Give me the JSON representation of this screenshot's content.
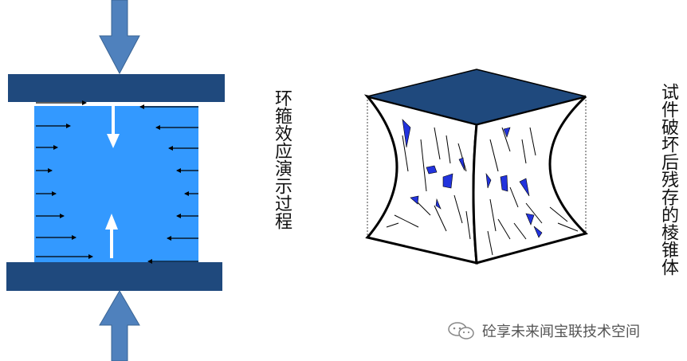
{
  "labels": {
    "left_vertical": "环箍效应演示过程",
    "right_vertical": "试件破坏后残存的棱锥体"
  },
  "watermark": {
    "text": "砼享未来闻宝联技术空间",
    "icon": "wechat-icon"
  },
  "colors": {
    "plate": "#1f497d",
    "specimen": "#3399ff",
    "load_arrow": "#4f81bd",
    "crack_fill": "#2233dd",
    "background": "#ffffff"
  }
}
